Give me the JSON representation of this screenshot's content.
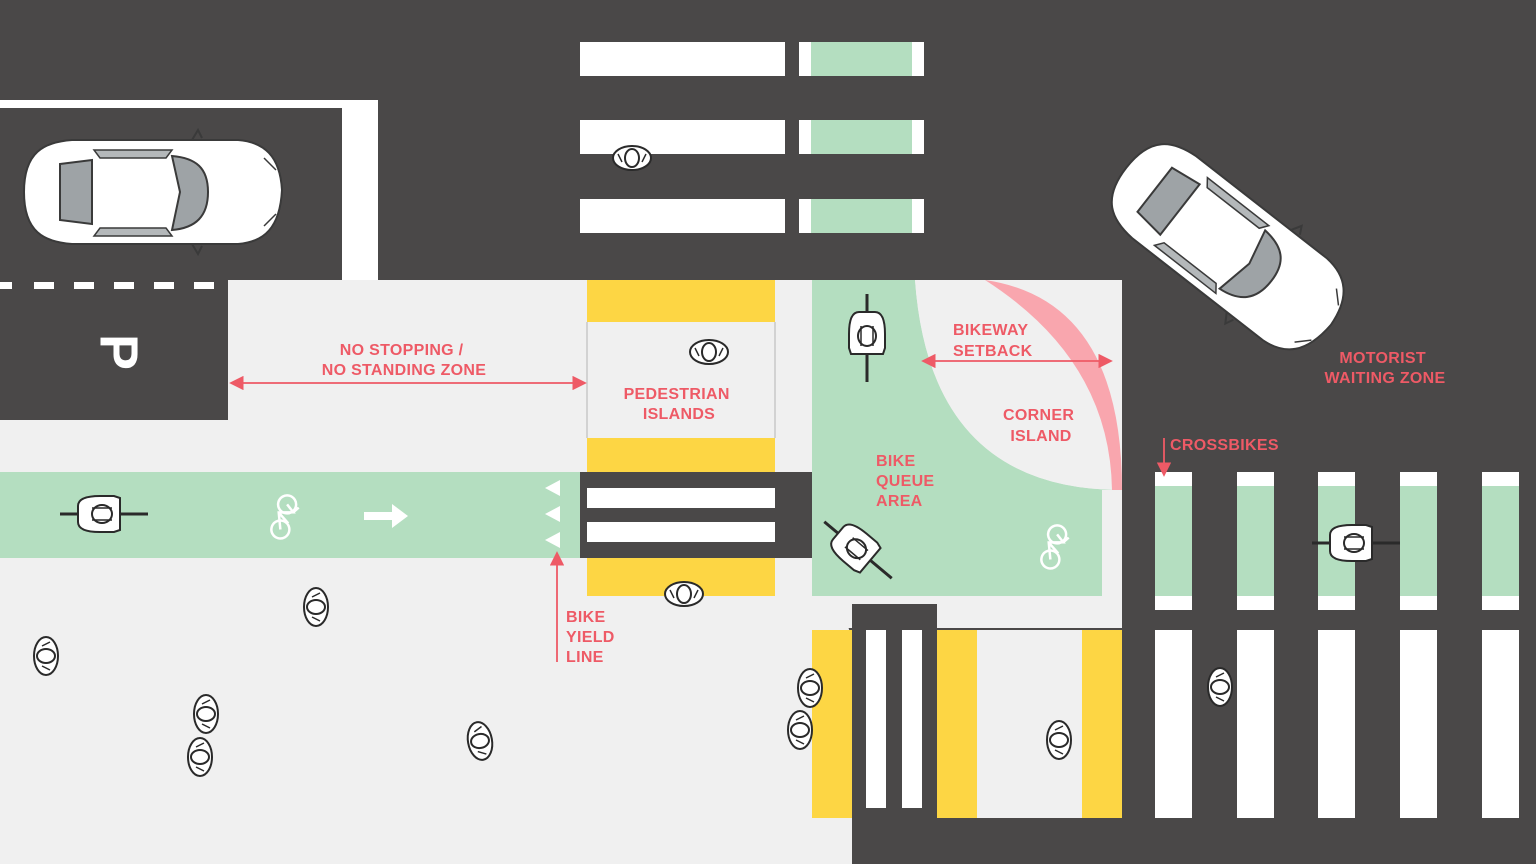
{
  "parking": {
    "letter": "P"
  },
  "labels": {
    "no_stopping": [
      "NO STOPPING /",
      "NO STANDING ZONE"
    ],
    "pedestrian_islands": [
      "PEDESTRIAN",
      "ISLANDS"
    ],
    "bikeway_setback": [
      "BIKEWAY",
      "SETBACK"
    ],
    "corner_island": [
      "CORNER",
      "ISLAND"
    ],
    "motorist_waiting_zone": [
      "MOTORIST",
      "WAITING ZONE"
    ],
    "bike_queue_area": [
      "BIKE",
      "QUEUE",
      "AREA"
    ],
    "crossbikes": "CROSSBIKES",
    "bike_yield_line": [
      "BIKE",
      "YIELD",
      "LINE"
    ]
  },
  "colors": {
    "road": "#4a4848",
    "sidewalk": "#f0f0f0",
    "bike_lane": "#b4dec0",
    "island_yellow": "#fdd644",
    "setback_pink": "#f9a6ae",
    "annotation": "#ee5a66",
    "marking": "#ffffff"
  },
  "icons": [
    "car-icon",
    "cyclist-icon",
    "pedestrian-icon",
    "bike-symbol-icon",
    "arrow-right-icon",
    "yield-triangle-icon"
  ]
}
